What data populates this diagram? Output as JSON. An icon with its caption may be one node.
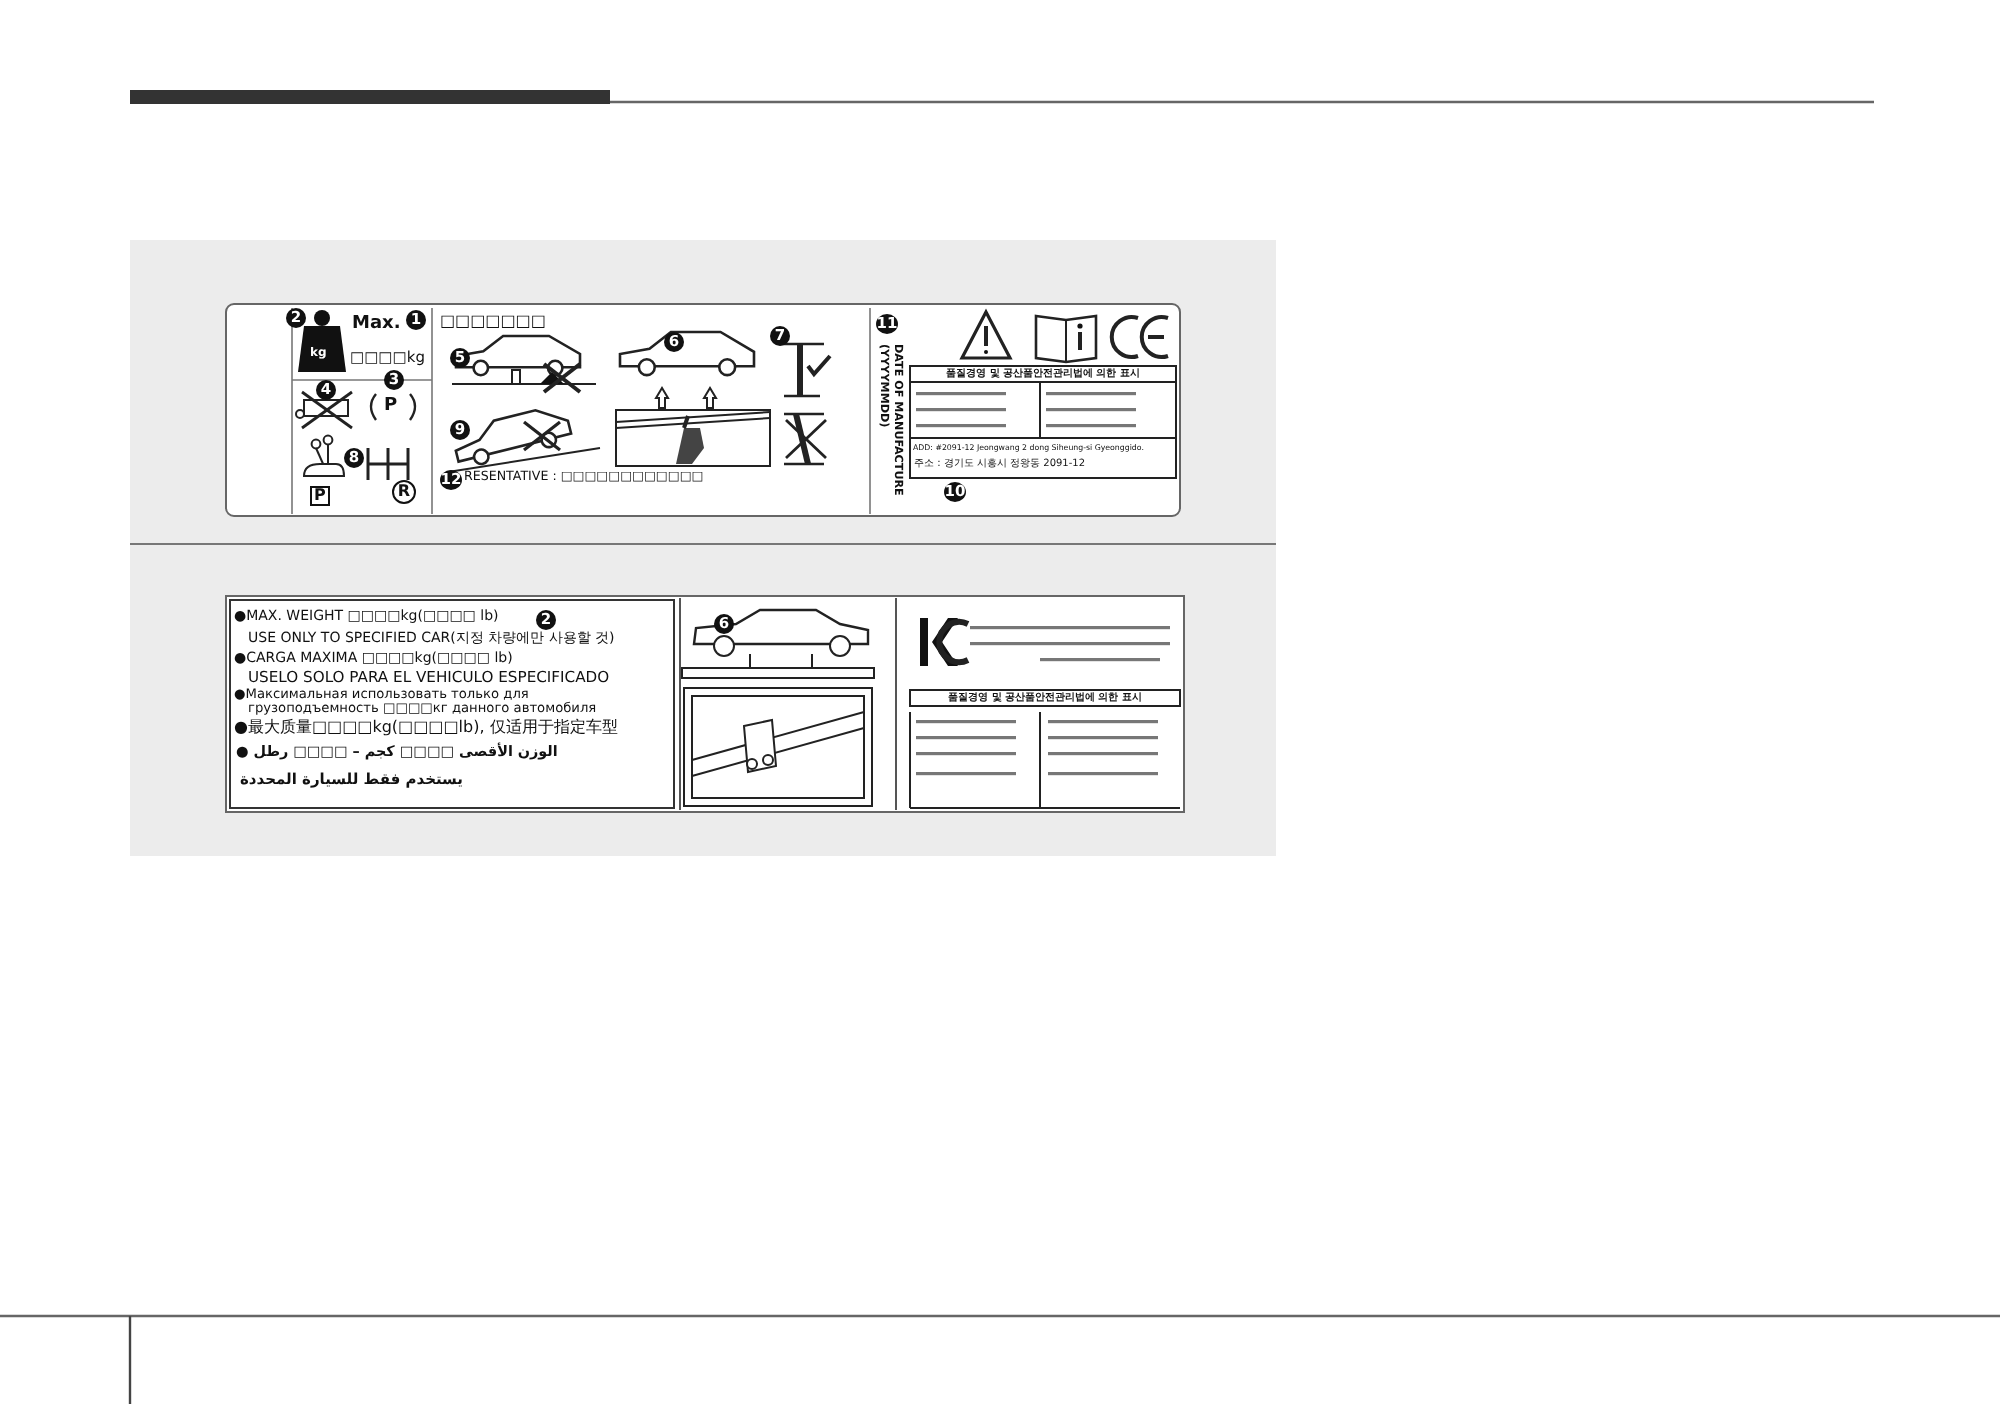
{
  "diagram": {
    "labels": [
      "2",
      "kg",
      "Max.",
      "1",
      "□□□□kg",
      "□□□□□□□",
      "4",
      "3",
      "P",
      "8",
      "P",
      "R",
      "5",
      "9",
      "6",
      "7",
      "12",
      "RESENTATIVE : □□□□□□□□□□□□",
      "11",
      "DATE OF MANUFACTURE (YYYYMMDD)",
      "품질경영 및 공산품안전관리법에 의한 표시",
      "ADD: #2091-12 Jeongwang 2 dong Siheung-si Gyeonggido.",
      "주소 : 경기도 시흥시 정왕동 2091-12",
      "10",
      "●MAX. WEIGHT □□□□kg(□□□□ lb)",
      "2",
      "USE ONLY TO SPECIFIED CAR(지정 차량에만 사용할 것)",
      "●CARGA MAXIMA □□□□kg(□□□□ lb)",
      "USELO SOLO PARA EL VEHICULO ESPECIFICADO",
      "●Максимальная использовать только для",
      "грузоподъемность □□□□кг данного автомобиля",
      "●最大质量□□□□kg(□□□□lb), 仅适用于指定车型",
      "الوزن الأقصى □□□□ كجم – □□□□ رطل ●",
      "يستخدم فقط للسيارة المحددة",
      "6",
      "품질경영 및 공산품안전관리법에 의한 표시"
    ]
  }
}
